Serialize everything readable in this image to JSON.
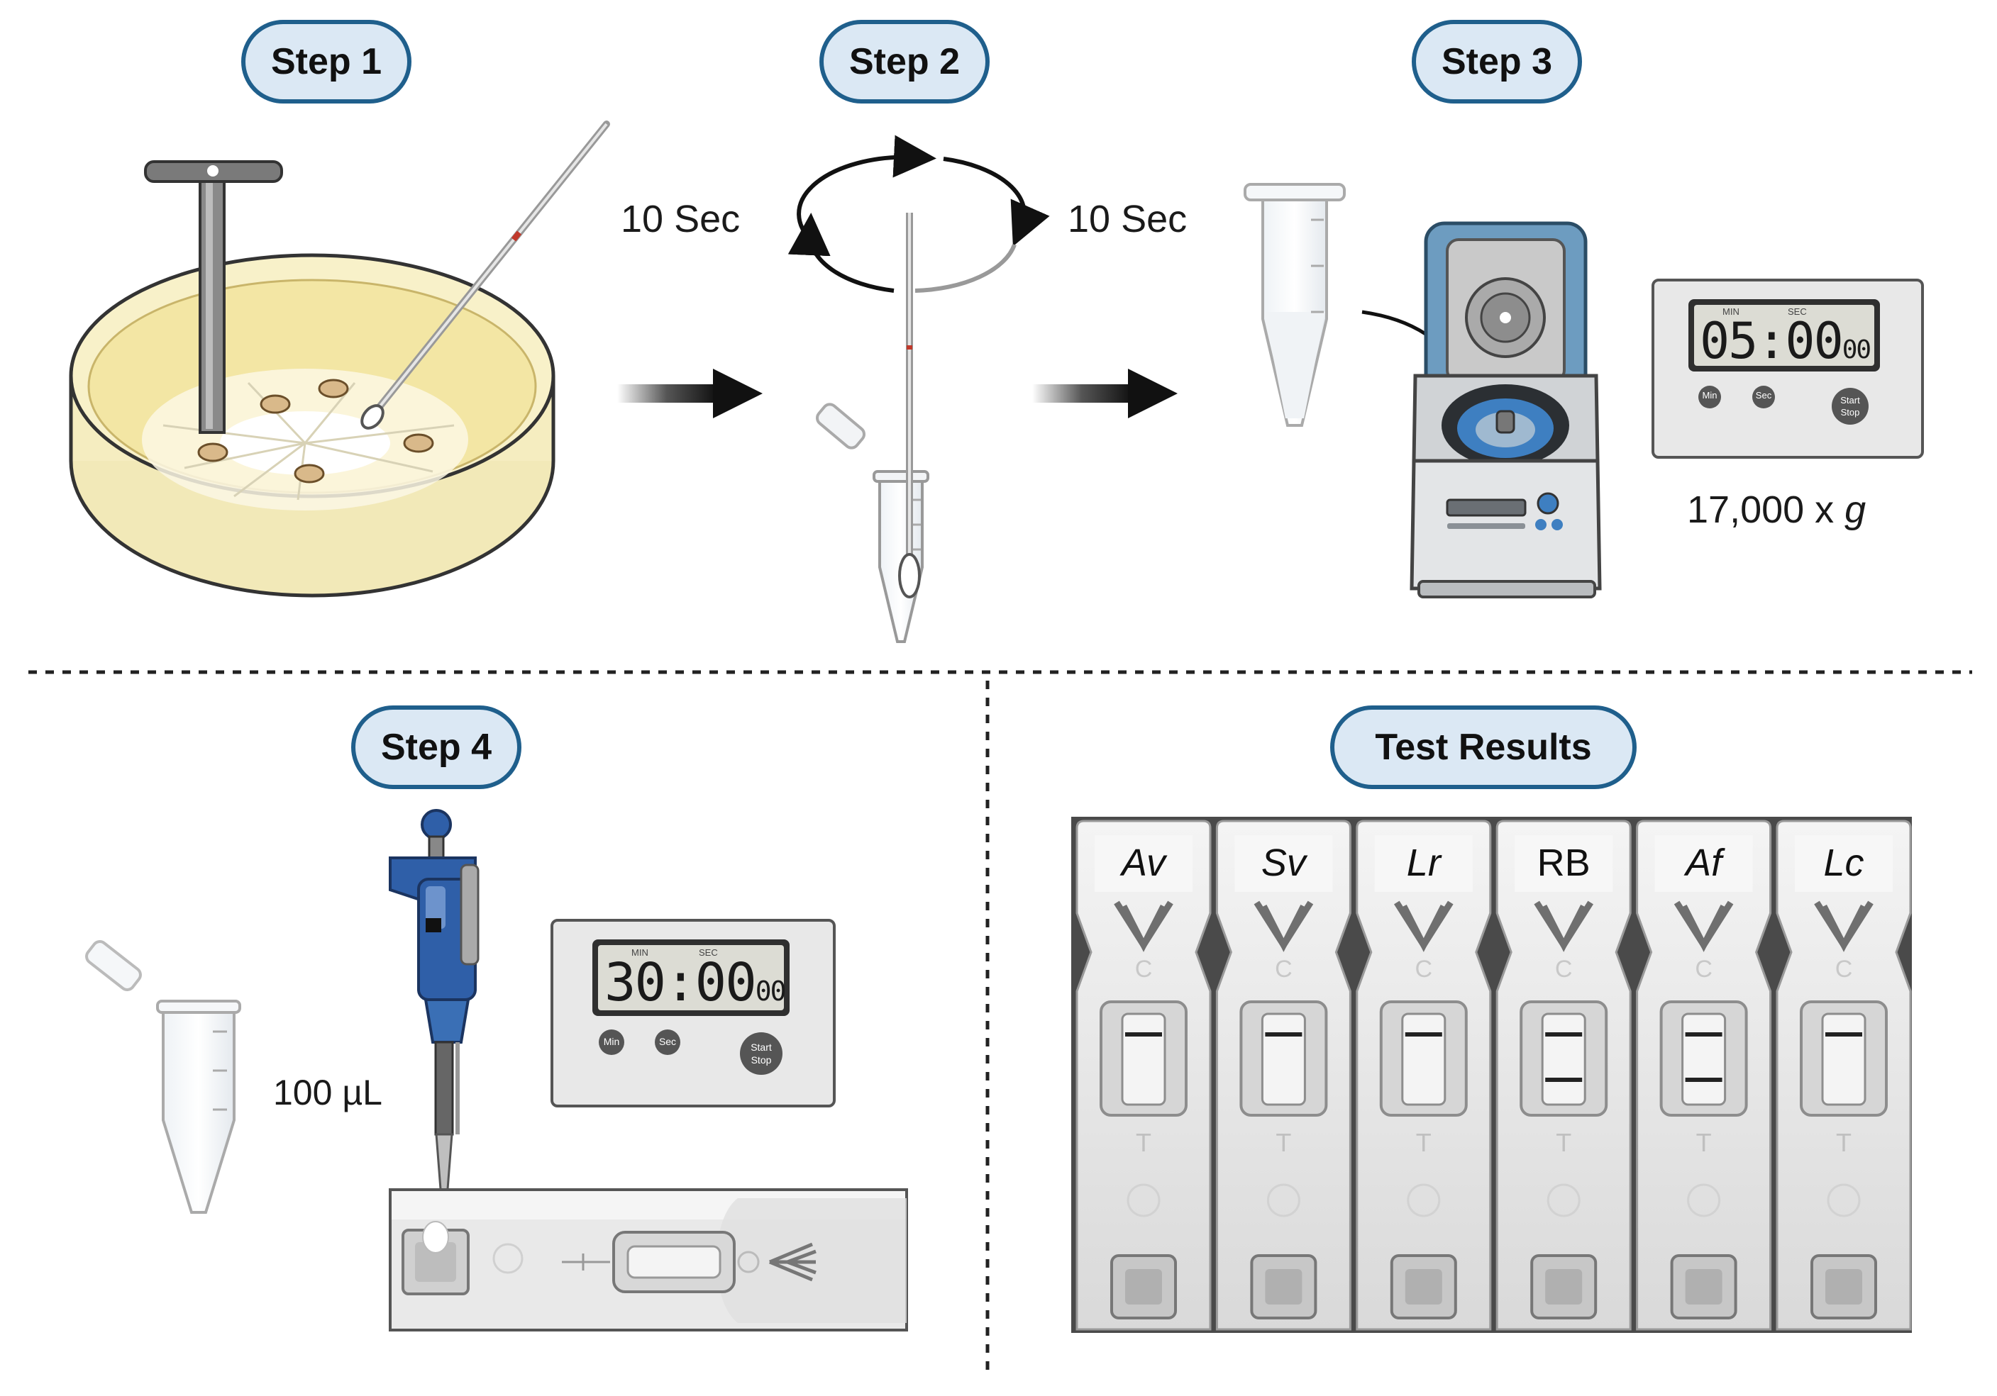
{
  "steps": {
    "step1": "Step 1",
    "step2": "Step 2",
    "step3": "Step 3",
    "step4": "Step 4",
    "results": "Test Results"
  },
  "labels": {
    "time1": "10 Sec",
    "time2": "10 Sec",
    "force": "17,000 x ",
    "force_unit": "g",
    "volume": "100 µL"
  },
  "timer1": {
    "main": "05:00",
    "sub": "00",
    "min": "MIN",
    "sec": "SEC",
    "btn_min": "Min",
    "btn_sec": "Sec",
    "btn_start": "Start",
    "btn_stop": "Stop"
  },
  "timer2": {
    "main": "30:00",
    "sub": "00",
    "min": "MIN",
    "sec": "SEC",
    "btn_min": "Min",
    "btn_sec": "Sec",
    "btn_start": "Start",
    "btn_stop": "Stop"
  },
  "strip": {
    "c": "C",
    "t": "T"
  },
  "results": [
    {
      "label": "Av",
      "italic": true,
      "test_line": false
    },
    {
      "label": "Sv",
      "italic": true,
      "test_line": false
    },
    {
      "label": "Lr",
      "italic": true,
      "test_line": false
    },
    {
      "label": "RB",
      "italic": false,
      "test_line": true
    },
    {
      "label": "Af",
      "italic": true,
      "test_line": true
    },
    {
      "label": "Lc",
      "italic": true,
      "test_line": false
    }
  ],
  "colors": {
    "pill_border": "#1f5f8c",
    "pill_fill": "#dbe8f4",
    "agar": "#f5ecb8",
    "centrifuge_lid": "#6d9cc0",
    "pipette": "#2f5fa8"
  }
}
